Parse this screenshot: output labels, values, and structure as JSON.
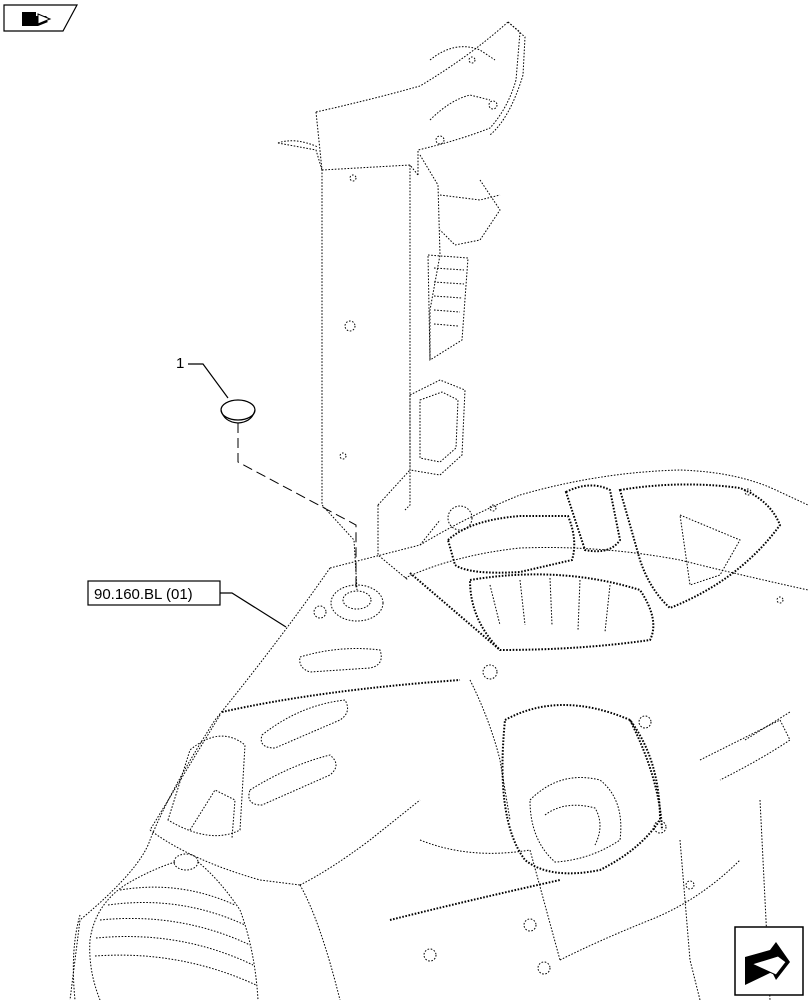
{
  "callouts": [
    {
      "label": "1",
      "part": "plug-cap"
    }
  ],
  "references": [
    {
      "label": "90.160.BL (01)"
    }
  ],
  "icons": {
    "top_left": "book-with-arrow-icon",
    "bottom_right": "previous-page-arrow-icon"
  }
}
